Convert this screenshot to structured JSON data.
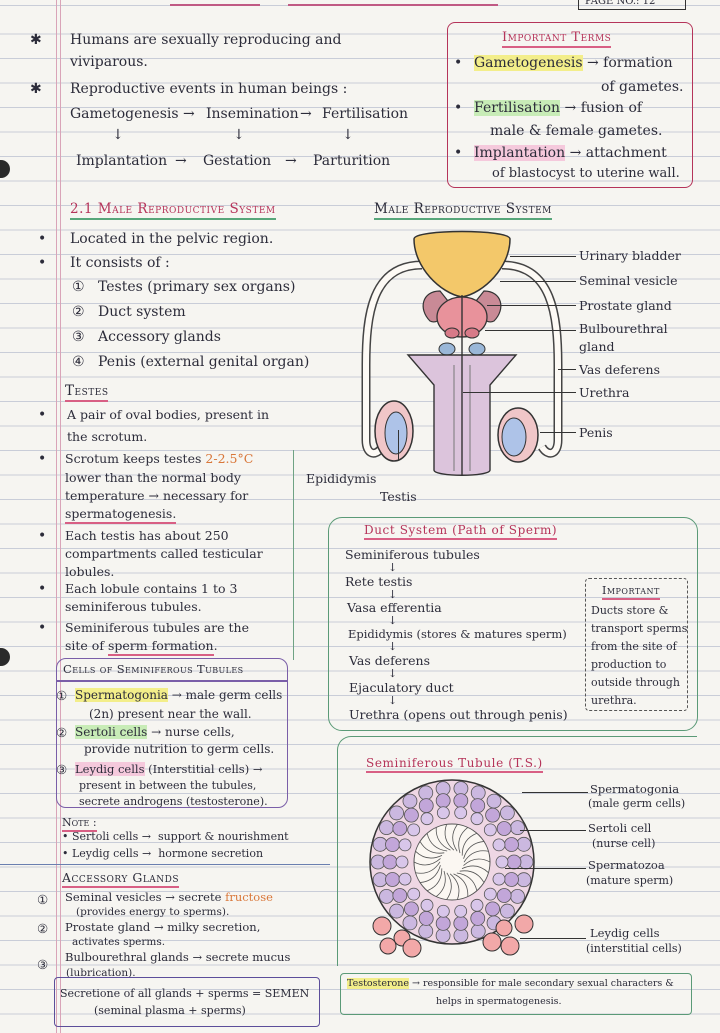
{
  "page_no": "PAGE NO.: 12",
  "intro": {
    "line1": "Humans are sexually reproducing and",
    "line2": "viviparous.",
    "line3": "Reproductive events in human beings :",
    "flow1": [
      "Gametogenesis",
      "Insemination",
      "Fertilisation"
    ],
    "flow2": [
      "Implantation",
      "Gestation",
      "Parturition"
    ]
  },
  "important_terms": {
    "title": "Important Terms",
    "items": [
      {
        "term": "Gametogenesis",
        "def1": "→ formation",
        "def2": "of gametes."
      },
      {
        "term": "Fertilisation",
        "def1": "→ fusion of",
        "def2": "male & female gametes."
      },
      {
        "term": "Implantation",
        "def1": "→ attachment",
        "def2": "of blastocyst to uterine wall."
      }
    ]
  },
  "male_system": {
    "heading": "2.1 Male Reproductive System",
    "l1": "Located in the pelvic region.",
    "l2": "It consists of :",
    "parts": [
      "Testes (primary sex organs)",
      "Duct system",
      "Accessory glands",
      "Penis (external genital organ)"
    ],
    "nums": [
      "①",
      "②",
      "③",
      "④"
    ]
  },
  "diagram": {
    "title": "Male Reproductive System",
    "labels": [
      "Urinary bladder",
      "Seminal vesicle",
      "Prostate gland",
      "Bulbourethral",
      "gland",
      "Vas deferens",
      "Urethra",
      "Penis",
      "Epididymis",
      "Testis"
    ]
  },
  "testes": {
    "heading": "Testes",
    "p1": [
      "A pair of oval bodies, present in",
      "the scrotum."
    ],
    "p2a": "Scrotum keeps testes",
    "p2b": "2-2.5°C",
    "p2c": [
      "lower than the normal body",
      "temperature → necessary for",
      "spermatogenesis."
    ],
    "p3": [
      "Each testis has about 250",
      "compartments called testicular",
      "lobules."
    ],
    "p4": [
      "Each lobule contains 1 to 3",
      "seminiferous tubules."
    ],
    "p5": [
      "Seminiferous tubules are the",
      "site of",
      "sperm formation",
      "."
    ]
  },
  "duct_system": {
    "title": "Duct System (Path of Sperm)",
    "steps": [
      "Seminiferous tubules",
      "Rete testis",
      "Vasa efferentia",
      "Epididymis (stores & matures sperm)",
      "Vas deferens",
      "Ejaculatory duct",
      "Urethra (opens out through penis)"
    ],
    "important_title": "Important",
    "important_lines": [
      "Ducts store &",
      "transport sperms",
      "from the site of",
      "production to",
      "outside through",
      "urethra."
    ]
  },
  "cells": {
    "title": "Cells of Seminiferous Tubules",
    "c1": {
      "num": "①",
      "name": "Spermatogonia",
      "l1": "→ male germ cells",
      "l2": "(2n) present near the wall."
    },
    "c2": {
      "num": "②",
      "name": "Sertoli cells",
      "l1": "→ nurse cells,",
      "l2": "provide nutrition to germ cells."
    },
    "c3": {
      "num": "③",
      "name": "Leydig cells",
      "l1": "(Interstitial cells) →",
      "l2": "present in between the tubules,",
      "l3": "secrete androgens (testosterone)."
    }
  },
  "note": {
    "title": "Note :",
    "l1a": "• Sertoli cells →",
    "l1b": "support & nourishment",
    "l2a": "• Leydig cells →",
    "l2b": "hormone secretion"
  },
  "tubule": {
    "title": "Seminiferous Tubule (T.S.)",
    "labels": [
      "Spermatogonia",
      "(male germ cells)",
      "Sertoli cell",
      "(nurse cell)",
      "Spermatozoa",
      "(mature sperm)",
      "Leydig cells",
      "(interstitial cells)"
    ]
  },
  "accessory": {
    "heading": "Accessory Glands",
    "g1a": "Seminal vesicles → secrete",
    "g1b": "fructose",
    "g1c": "(provides energy to sperms).",
    "g2a": "Prostate gland → milky secretion,",
    "g2b": "activates sperms.",
    "g3a": "Bulbourethral glands → secrete mucus",
    "g3b": "(lubrication).",
    "nums": [
      "①",
      "②",
      "③"
    ]
  },
  "semen": {
    "l1": "Secretione of all glands + sperms = SEMEN",
    "l2": "(seminal plasma + sperms)"
  },
  "testosterone": {
    "term": "Testosterone",
    "l1": "→ responsible for male secondary sexual characters &",
    "l2": "helps in spermatogenesis."
  },
  "colors": {
    "heading_pink": "#b5345a",
    "underline_green": "#57a67a",
    "highlight_yellow": "#f3ee8a",
    "highlight_green": "#c8ecb7",
    "highlight_pink": "#f5c9dc"
  }
}
